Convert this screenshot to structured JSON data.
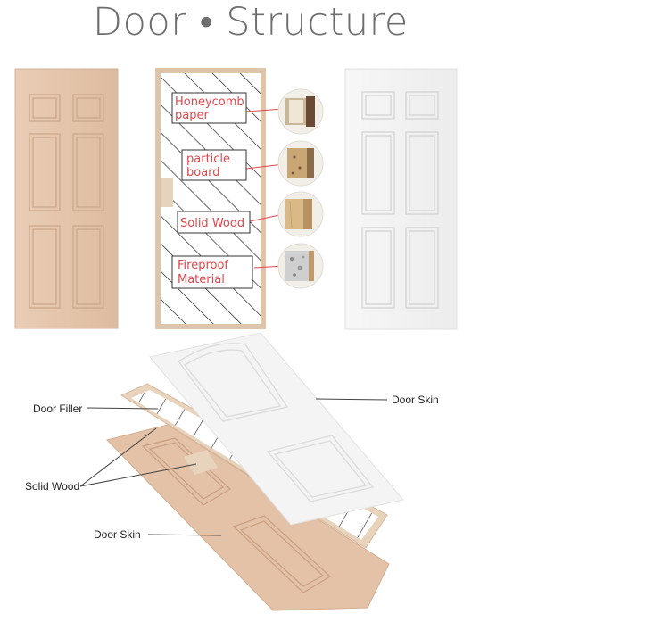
{
  "title": "Door • Structure",
  "structure_labels": {
    "honeycomb_1": "Honeycomb",
    "honeycomb_2": "paper",
    "particle_1": "particle",
    "particle_2": "board",
    "solid_wood": "Solid Wood",
    "fireproof_1": "Fireproof",
    "fireproof_2": "Material"
  },
  "exploded_labels": {
    "door_filler": "Door Filler",
    "solid_wood": "Solid Wood",
    "door_skin_bottom": "Door Skin",
    "door_skin_top": "Door Skin"
  },
  "colors": {
    "beige_skin": "#e6c7ae",
    "white_skin": "#f3f3f3",
    "label_red": "#e0474c",
    "frame": "#d9c2a8"
  }
}
